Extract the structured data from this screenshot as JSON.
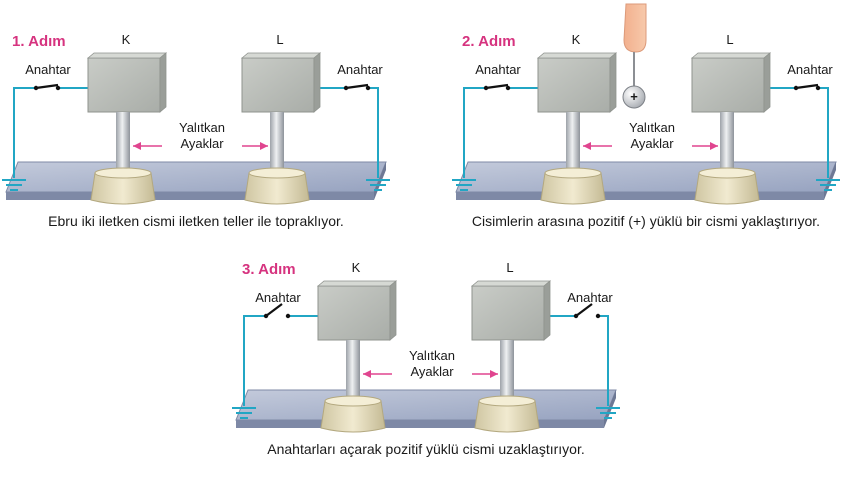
{
  "colors": {
    "step_title": "#d6337f",
    "wire": "#21a6c4",
    "arrow": "#e0458f",
    "box": "#b9bdb8",
    "pole": "#d3d6da",
    "base": "#e7dfbd",
    "table": "#a9b3cc"
  },
  "steps": [
    {
      "title": "1. Adım",
      "body_left": "K",
      "body_right": "L",
      "switch_left": "Anahtar",
      "switch_right": "Anahtar",
      "legs_line1": "Yalıtkan",
      "legs_line2": "Ayaklar",
      "caption": "Ebru iki iletken cismi iletken teller ile topraklıyor.",
      "switches_closed": true
    },
    {
      "title": "2. Adım",
      "body_left": "K",
      "body_right": "L",
      "switch_left": "Anahtar",
      "switch_right": "Anahtar",
      "legs_line1": "Yalıtkan",
      "legs_line2": "Ayaklar",
      "caption": "Cisimlerin arasına pozitif (+) yüklü bir cismi yaklaştırıyor.",
      "charge_sign": "+",
      "switches_closed": true
    },
    {
      "title": "3. Adım",
      "body_left": "K",
      "body_right": "L",
      "switch_left": "Anahtar",
      "switch_right": "Anahtar",
      "legs_line1": "Yalıtkan",
      "legs_line2": "Ayaklar",
      "caption": "Anahtarları açarak pozitif  yüklü cismi uzaklaştırıyor.",
      "switches_closed": false
    }
  ]
}
